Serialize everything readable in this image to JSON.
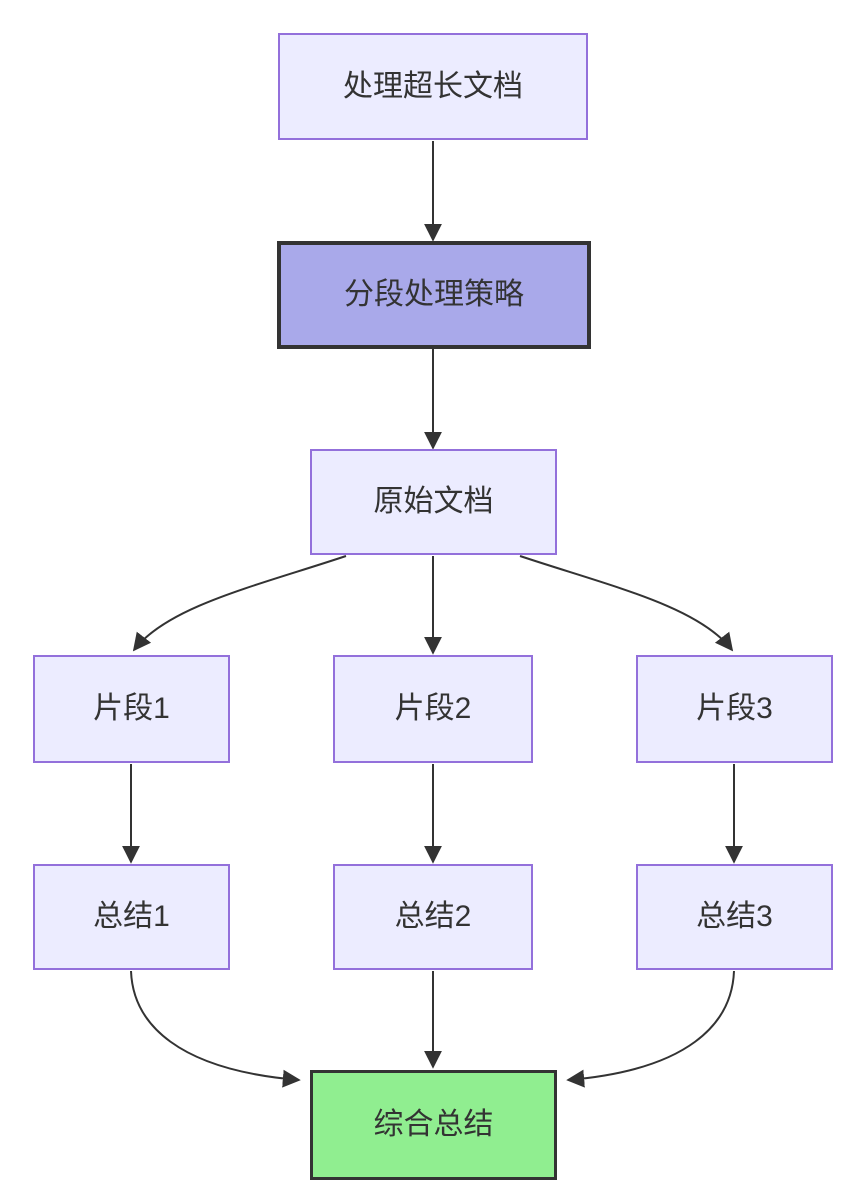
{
  "diagram": {
    "type": "flowchart",
    "direction": "top-down",
    "nodes": {
      "top": {
        "label": "处理超长文档",
        "style": "default"
      },
      "strategy": {
        "label": "分段处理策略",
        "style": "emphasis"
      },
      "source": {
        "label": "原始文档",
        "style": "default"
      },
      "frag1": {
        "label": "片段1",
        "style": "default"
      },
      "frag2": {
        "label": "片段2",
        "style": "default"
      },
      "frag3": {
        "label": "片段3",
        "style": "default"
      },
      "sum1": {
        "label": "总结1",
        "style": "default"
      },
      "sum2": {
        "label": "总结2",
        "style": "default"
      },
      "sum3": {
        "label": "总结3",
        "style": "default"
      },
      "final": {
        "label": "综合总结",
        "style": "success"
      }
    },
    "edges": [
      {
        "from": "top",
        "to": "strategy"
      },
      {
        "from": "strategy",
        "to": "source"
      },
      {
        "from": "source",
        "to": "frag1"
      },
      {
        "from": "source",
        "to": "frag2"
      },
      {
        "from": "source",
        "to": "frag3"
      },
      {
        "from": "frag1",
        "to": "sum1"
      },
      {
        "from": "frag2",
        "to": "sum2"
      },
      {
        "from": "frag3",
        "to": "sum3"
      },
      {
        "from": "sum1",
        "to": "final"
      },
      {
        "from": "sum2",
        "to": "final"
      },
      {
        "from": "sum3",
        "to": "final"
      }
    ]
  },
  "colors": {
    "node_fill": "#ECECFF",
    "node_border": "#9370DB",
    "strategy_fill": "#A9A9EA",
    "strategy_border": "#333333",
    "final_fill": "#90EE90",
    "final_border": "#333333",
    "edge_color": "#333333",
    "text_color": "#333333"
  }
}
